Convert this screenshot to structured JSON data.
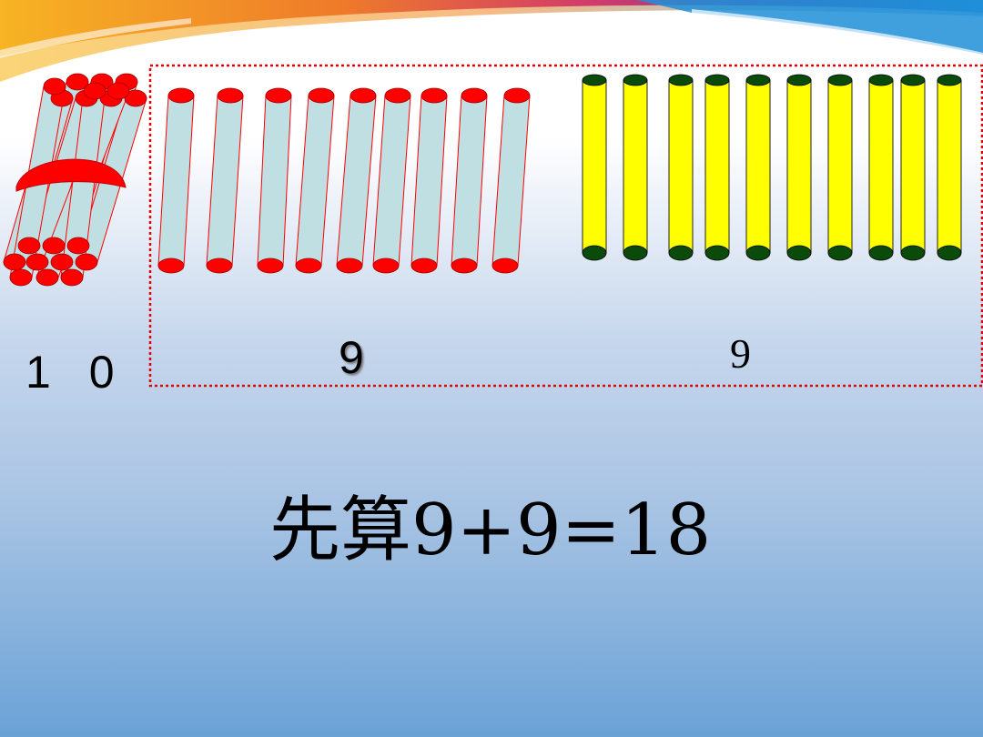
{
  "slide": {
    "bundle_count_label": "1 0",
    "blue_sticks_label": "9",
    "yellow_sticks_label": "9",
    "equation": "先算9+9=18"
  },
  "counts": {
    "bundle_sticks": 10,
    "blue_sticks": 9,
    "yellow_sticks": 10
  },
  "colors": {
    "blue_stick_body": "#c0dfe2",
    "red_ends": "#ff0000",
    "yellow_stick_body": "#ffff00",
    "yellow_stick_ends": "#0a4a0a",
    "dashed_box": "#e00000",
    "ribbon_orange": "#f39b1e",
    "ribbon_magenta": "#c2185b",
    "ribbon_blue": "#1e8fd8"
  }
}
